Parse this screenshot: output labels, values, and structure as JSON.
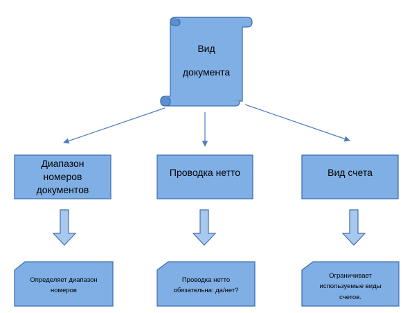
{
  "colors": {
    "fill": "#7FAFE5",
    "stroke": "#3E6FB0",
    "line": "#4A7CC0"
  },
  "top_node": {
    "shape": "scroll",
    "lines": [
      "Вид",
      "документа"
    ]
  },
  "categories": [
    {
      "lines": [
        "Диапазон",
        "номеров",
        "документов"
      ]
    },
    {
      "lines": [
        "Проводка нетто"
      ]
    },
    {
      "lines": [
        "Вид счета"
      ]
    }
  ],
  "descriptions": [
    {
      "shape": "snipped-card",
      "lines": [
        "Определяет диапазон",
        "номеров"
      ]
    },
    {
      "shape": "snipped-card",
      "lines": [
        "Проводка нетто",
        "обязательна: да/нет?"
      ]
    },
    {
      "shape": "snipped-card",
      "lines": [
        "Ограничивает",
        "используемые виды",
        "счетов."
      ]
    }
  ],
  "connectors": [
    {
      "from": "top_node",
      "to": "categories.0",
      "style": "arrow-line"
    },
    {
      "from": "top_node",
      "to": "categories.1",
      "style": "arrow-line"
    },
    {
      "from": "top_node",
      "to": "categories.2",
      "style": "arrow-line"
    },
    {
      "from": "categories.0",
      "to": "descriptions.0",
      "style": "block-arrow-down"
    },
    {
      "from": "categories.1",
      "to": "descriptions.1",
      "style": "block-arrow-down"
    },
    {
      "from": "categories.2",
      "to": "descriptions.2",
      "style": "block-arrow-down"
    }
  ]
}
